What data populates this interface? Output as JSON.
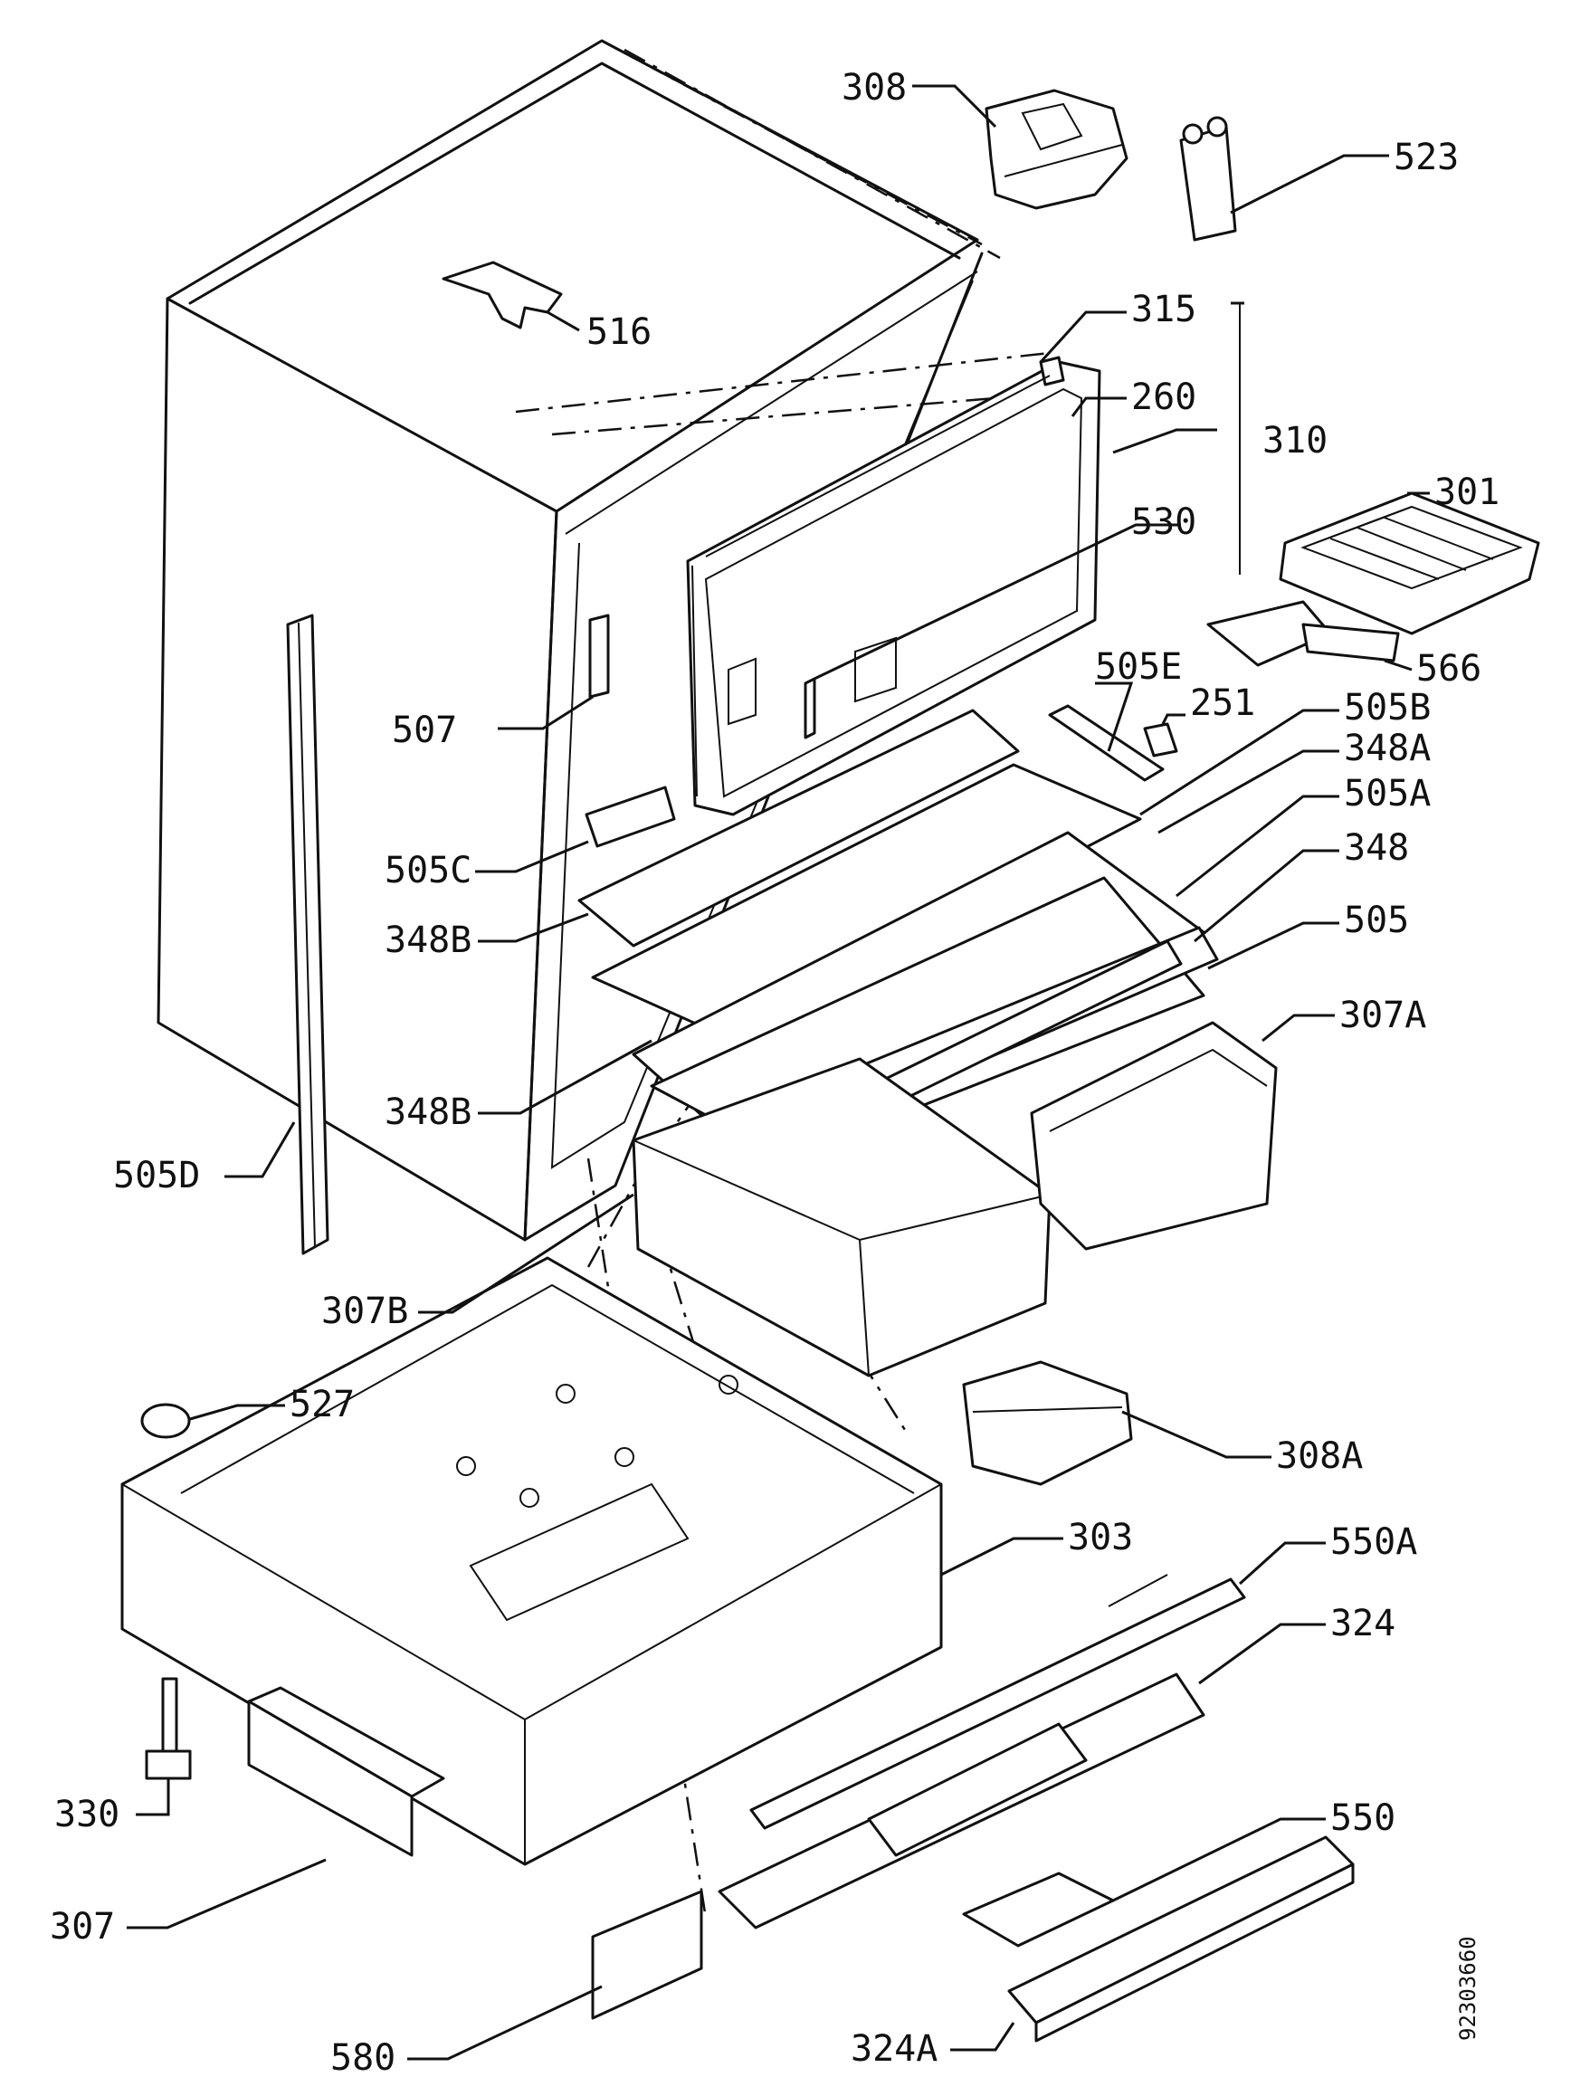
{
  "drawing_code": "92303660",
  "labels": {
    "l308": "308",
    "l523": "523",
    "l516": "516",
    "l315": "315",
    "l260": "260",
    "l310": "310",
    "l301": "301",
    "l530": "530",
    "l566": "566",
    "l507": "507",
    "l505E": "505E",
    "l251": "251",
    "l505B": "505B",
    "l348A": "348A",
    "l505A": "505A",
    "l505C": "505C",
    "l348": "348",
    "l505": "505",
    "l348B_1": "348B",
    "l307A": "307A",
    "l348B_2": "348B",
    "l505D": "505D",
    "l307B": "307B",
    "l527": "527",
    "l308A": "308A",
    "l303": "303",
    "l550A": "550A",
    "l324": "324",
    "l330": "330",
    "l550": "550",
    "l307": "307",
    "l580": "580",
    "l324A": "324A"
  }
}
